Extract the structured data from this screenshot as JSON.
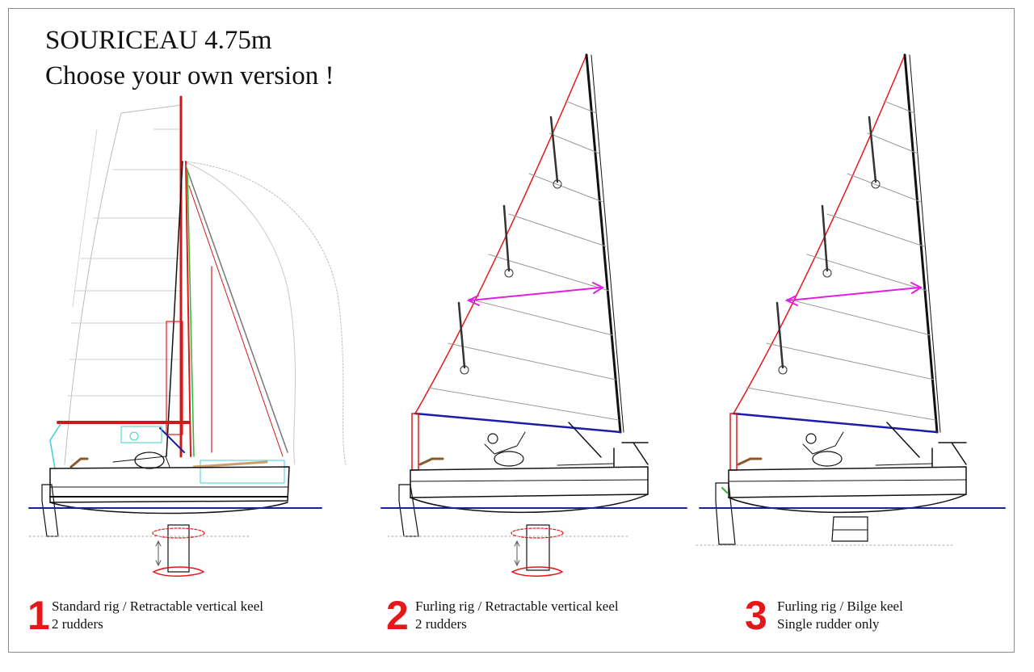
{
  "title": {
    "line1": "SOURICEAU 4.75m",
    "line2": "Choose your own version !"
  },
  "versions": [
    {
      "number": "1",
      "line1": "Standard rig / Retractable vertical keel",
      "line2": "2 rudders"
    },
    {
      "number": "2",
      "line1": "Furling rig / Retractable vertical keel",
      "line2": "2 rudders"
    },
    {
      "number": "3",
      "line1": "Furling rig / Bilge keel",
      "line2": "Single rudder only"
    }
  ],
  "colors": {
    "outline": "#111111",
    "sail_edge": "#e4181a",
    "waterline": "#1c1ca8",
    "reef_arrow": "#e020e0",
    "rig_green": "#2fb52f",
    "cockpit_cyan": "#3fcfcf",
    "caption_number": "#e4181a"
  }
}
